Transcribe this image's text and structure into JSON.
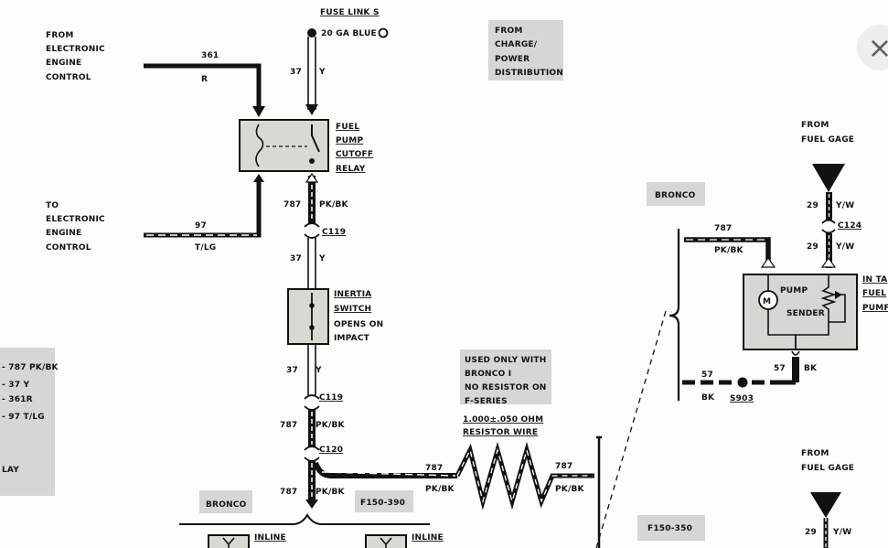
{
  "labels": {
    "fuse_link": "FUSE LINK S",
    "fuse_gauge": "20 GA BLUE",
    "from_eec": [
      "FROM",
      "ELECTRONIC",
      "ENGINE",
      "CONTROL"
    ],
    "to_eec": [
      "TO",
      "ELECTRONIC",
      "ENGINE",
      "CONTROL"
    ],
    "from_charge": [
      "FROM",
      "CHARGE/",
      "POWER",
      "DISTRIBUTION"
    ],
    "relay": [
      "FUEL",
      "PUMP",
      "CUTOFF",
      "RELAY"
    ],
    "inertia": [
      "INERTIA",
      "SWITCH"
    ],
    "inertia_note": [
      "OPENS ON",
      "IMPACT"
    ],
    "resistor_note": [
      "USED ONLY WITH",
      "BRONCO I",
      "NO RESISTOR ON",
      "F-SERIES"
    ],
    "resistor_spec": [
      "1.000±.050 OHM",
      "RESISTOR WIRE"
    ],
    "from_fuel_gage": [
      "FROM",
      "FUEL GAGE"
    ],
    "in_tank": [
      "IN TA",
      "FUEL",
      "PUMF"
    ],
    "pump": "PUMP",
    "sender": "SENDER",
    "motor": "M",
    "bronco": "BRONCO",
    "f150_350": "F150-350",
    "f150_390": "F150-390",
    "inline": "INLINE",
    "splice": "S903"
  },
  "connectors": {
    "c119": "C119",
    "c120": "C120",
    "c124": "C124"
  },
  "wires": {
    "w361": "361",
    "w361_color": "R",
    "w97": "97",
    "w97_color": "T/LG",
    "w37": "37",
    "w37_color": "Y",
    "w787": "787",
    "w787_color": "PK/BK",
    "w29": "29",
    "w29_color": "Y/W",
    "w57": "57",
    "w57_color": "BK"
  },
  "left_legend": [
    "- 787 PK/BK",
    "- 37 Y",
    "- 361R",
    "- 97 T/LG",
    "LAY"
  ],
  "close_icon": "×"
}
